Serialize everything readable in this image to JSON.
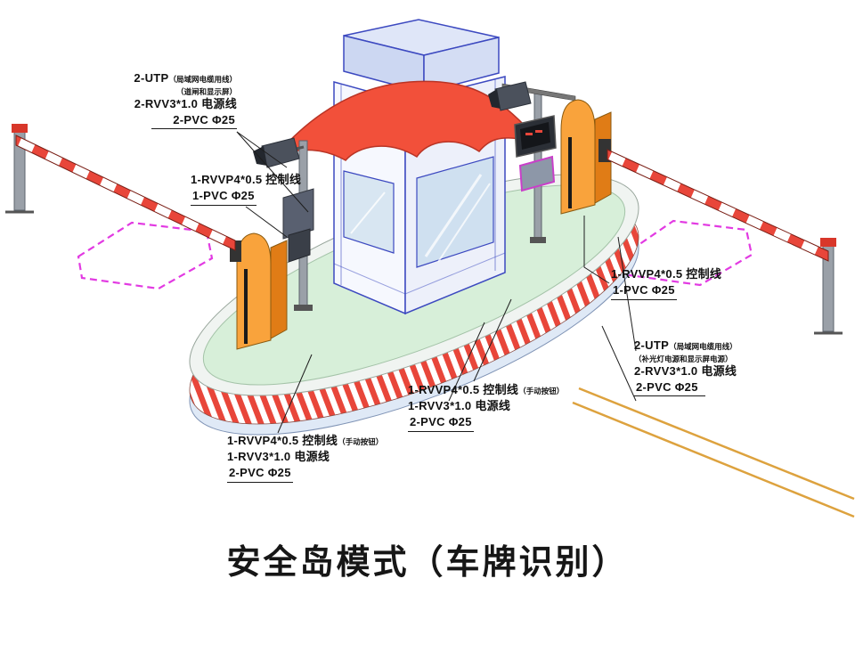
{
  "title": "安全岛模式（车牌识别）",
  "labels": {
    "gate_left_top": {
      "line1_main": "2-UTP",
      "line1_note": "（局域网电缆用线）",
      "line2": "（道闸和显示屏）",
      "line3": "2-RVV3*1.0 电源线",
      "line4": "2-PVC Φ25"
    },
    "island_left": {
      "line1": "1-RVVP4*0.5 控制线",
      "line2": "1-PVC Φ25"
    },
    "island_right": {
      "line1": "1-RVVP4*0.5 控制线",
      "line2": "1-PVC Φ25"
    },
    "gate_right": {
      "line1_main": "2-UTP",
      "line1_note": "（局域网电缆用线）",
      "line2": "（补光灯电源和显示屏电源）",
      "line3": "2-RVV3*1.0 电源线",
      "line4": "2-PVC Φ25"
    },
    "booth_center": {
      "line1_main": "1-RVVP4*0.5 控制线",
      "line1_note": "（手动按钮）",
      "line2": "1-RVV3*1.0 电源线",
      "line3": "2-PVC Φ25"
    },
    "booth_left": {
      "line1_main": "1-RVVP4*0.5 控制线",
      "line1_note": "（手动按钮）",
      "line2": "1-RVV3*1.0 电源线",
      "line3": "2-PVC Φ25"
    }
  },
  "colors": {
    "stripe_red": "#e8463a",
    "island_green": "#d7efd9",
    "island_rim": "#f0f4f1",
    "island_base": "#dfe9f6",
    "canopy_red": "#f2503a",
    "machine_orange": "#f9a33c",
    "machine_orange_dark": "#e07c16",
    "loop_magenta": "#e23ae2",
    "road_line_orange": "#dda23e",
    "booth_line_blue": "#3c49c0",
    "booth_cap_blue": "#ccd7f2",
    "booth_wall": "#f6f8fe",
    "window_blue": "#cfe0f0"
  }
}
